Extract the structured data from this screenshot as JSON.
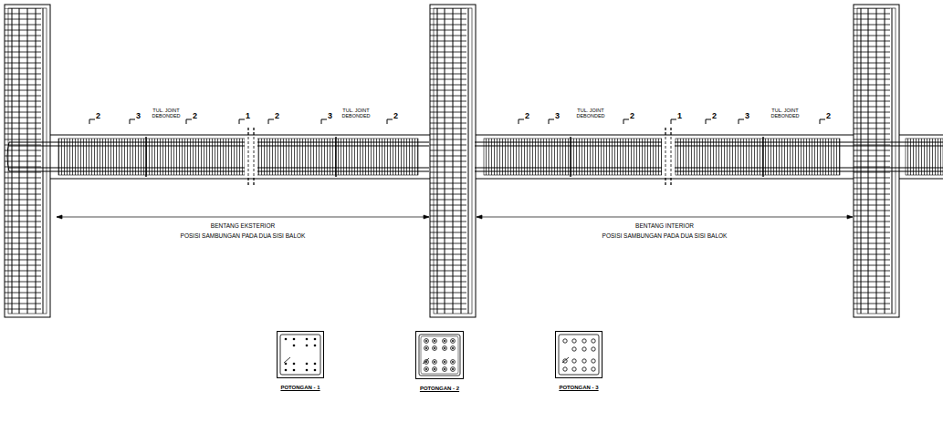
{
  "diagram": {
    "nodes": [
      {
        "text": [
          "POTONGAN - 1"
        ]
      },
      {
        "text": [
          "POTONGAN - 2"
        ]
      },
      {
        "text": [
          "POTONGAN - 3"
        ]
      }
    ],
    "labels": [
      "2",
      "3",
      "TUL. JOINT DEBONDED",
      "2",
      "1",
      "2",
      "3",
      "TUL. JOINT DEBONDED",
      "2",
      "2",
      "3",
      "TUL. JOINT DEBONDED",
      "2",
      "1",
      "2",
      "3",
      "TUL. JOINT DEBONDED",
      "2",
      "BENTANG EKSTERIOR",
      "POSISI SAMBUNGAN PADA DUA SISI BALOK",
      "BENTANG INTERIOR",
      "POSISI SAMBUNGAN PADA DUA SISI BALOK"
    ]
  }
}
